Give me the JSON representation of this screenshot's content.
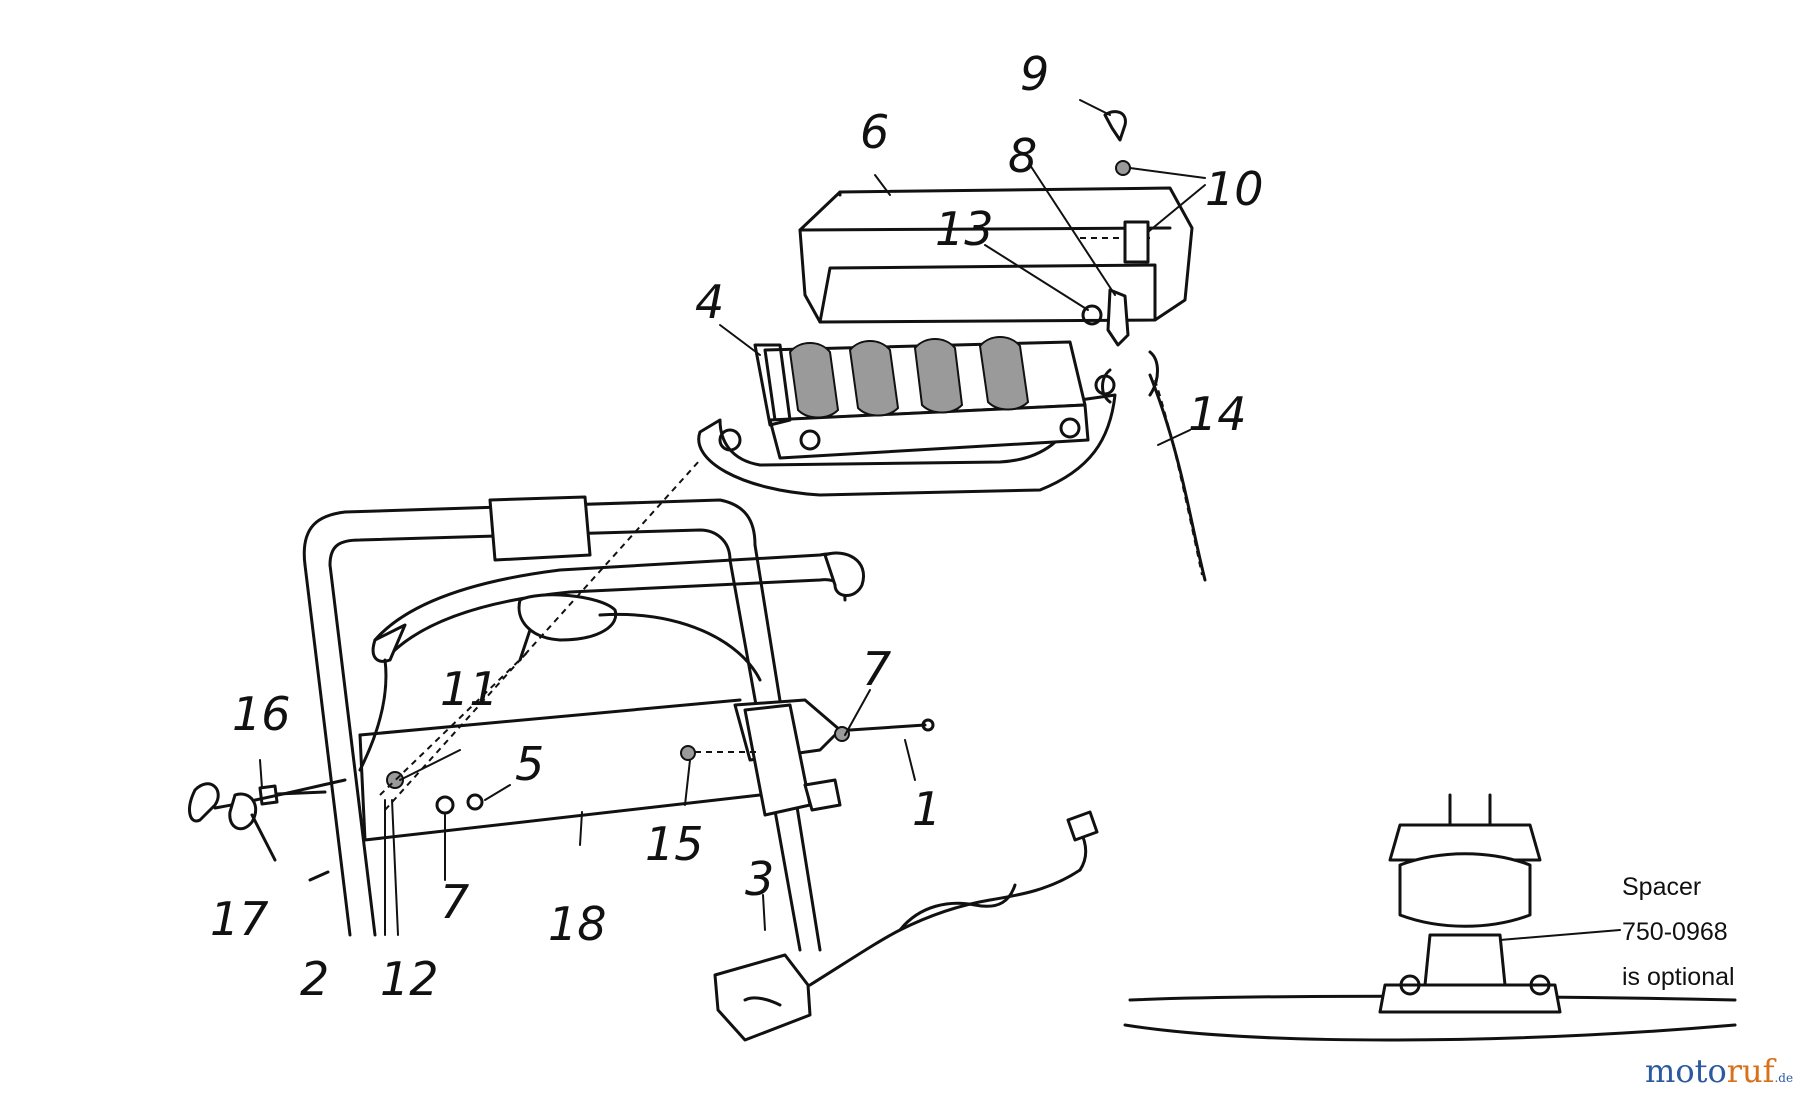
{
  "callouts": [
    {
      "id": "1",
      "text": "1"
    },
    {
      "id": "2",
      "text": "2"
    },
    {
      "id": "3",
      "text": "3"
    },
    {
      "id": "4",
      "text": "4"
    },
    {
      "id": "5",
      "text": "5"
    },
    {
      "id": "6",
      "text": "6"
    },
    {
      "id": "7a",
      "text": "7"
    },
    {
      "id": "7b",
      "text": "7"
    },
    {
      "id": "8",
      "text": "8"
    },
    {
      "id": "9",
      "text": "9"
    },
    {
      "id": "10",
      "text": "10"
    },
    {
      "id": "11",
      "text": "11"
    },
    {
      "id": "12",
      "text": "12"
    },
    {
      "id": "13",
      "text": "13"
    },
    {
      "id": "14",
      "text": "14"
    },
    {
      "id": "15",
      "text": "15"
    },
    {
      "id": "16",
      "text": "16"
    },
    {
      "id": "17",
      "text": "17"
    },
    {
      "id": "18",
      "text": "18"
    }
  ],
  "note": {
    "line1": "Spacer",
    "line2": "750-0968",
    "line3": "is optional"
  },
  "watermark": {
    "part1": "moto",
    "part2": "ruf",
    "part3": ".de"
  }
}
